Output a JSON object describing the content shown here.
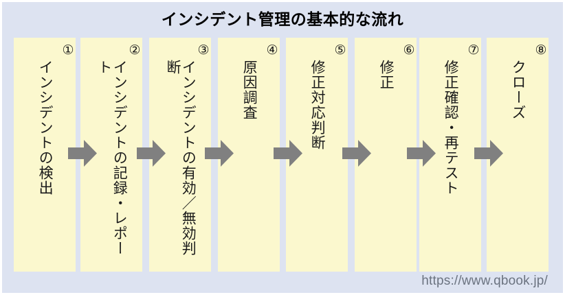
{
  "diagram": {
    "title": "インシデント管理の基本的な流れ",
    "background_color": "#dde3f1",
    "box_color": "#fbf8ce",
    "arrow_color": "#808080",
    "title_color": "#000000"
  },
  "steps": [
    {
      "number": "①",
      "label": "インシデントの検出"
    },
    {
      "number": "②",
      "label": "インシデントの記録・レポート"
    },
    {
      "number": "③",
      "label": "インシデントの有効／無効判断"
    },
    {
      "number": "④",
      "label": "原因調査"
    },
    {
      "number": "⑤",
      "label": "修正対応判断"
    },
    {
      "number": "⑥",
      "label": "修正"
    },
    {
      "number": "⑦",
      "label": "修正確認・再テスト"
    },
    {
      "number": "⑧",
      "label": "クローズ"
    }
  ],
  "arrows": [
    {
      "name": "arrow-1-to-2"
    },
    {
      "name": "arrow-2-to-3"
    },
    {
      "name": "arrow-3-to-4"
    },
    {
      "name": "arrow-4-to-5"
    },
    {
      "name": "arrow-5-to-6"
    },
    {
      "name": "arrow-6-to-7"
    },
    {
      "name": "arrow-7-to-8"
    }
  ],
  "footer": {
    "url": "https://www.qbook.jp/"
  }
}
